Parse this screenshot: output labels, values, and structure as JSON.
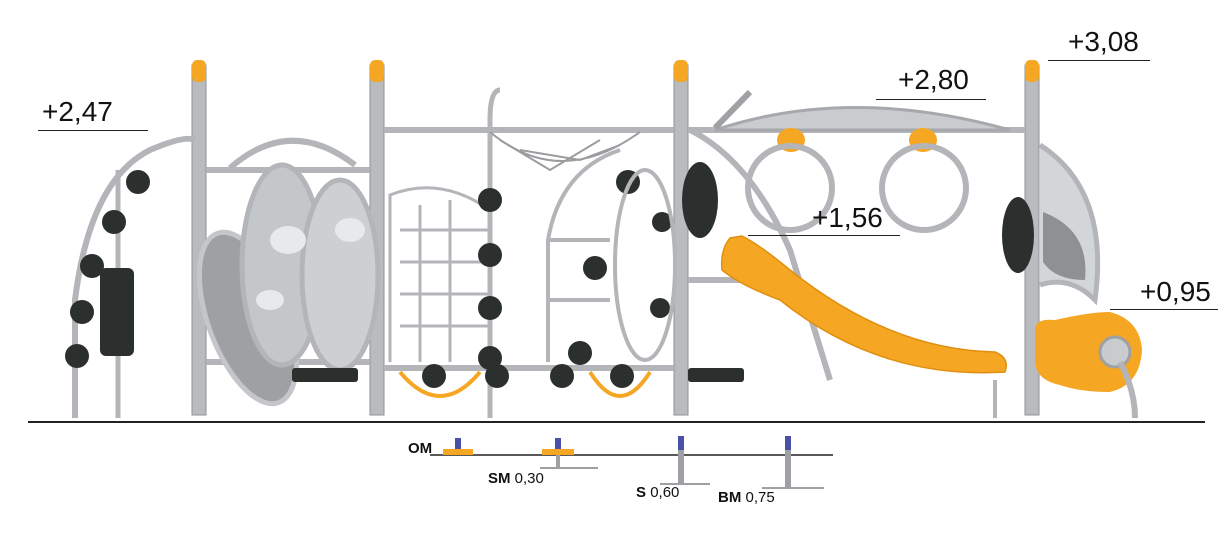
{
  "heights": {
    "left_tower": "+2,47",
    "right_roof": "+2,80",
    "right_tower": "+3,08",
    "slide": "+1,56",
    "tube_exit": "+0,95"
  },
  "foundations": {
    "om": "OM",
    "sm": "SM",
    "sm_depth": "0,30",
    "s": "S",
    "s_depth": "0,60",
    "bm": "BM",
    "bm_depth": "0,75"
  },
  "colors": {
    "frame": "#b5b7bb",
    "accent": "#f5a623",
    "dark": "#2b2f2e",
    "panel": "#c9cccf",
    "line": "#222222"
  }
}
